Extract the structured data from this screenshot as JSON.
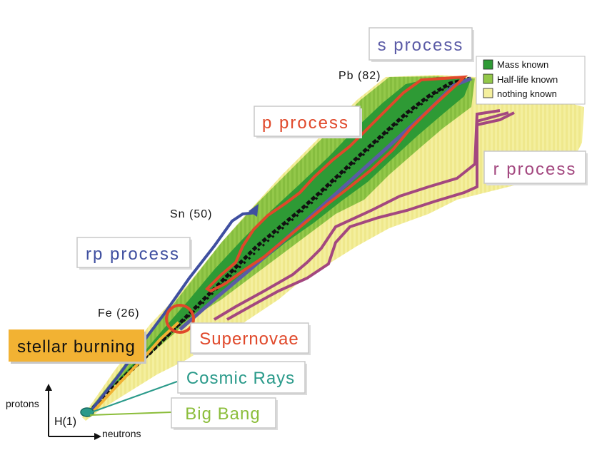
{
  "axes": {
    "y_label": "protons",
    "x_label": "neutrons"
  },
  "elements": {
    "hydrogen": "H(1)",
    "iron": "Fe (26)",
    "tin": "Sn (50)",
    "lead": "Pb (82)"
  },
  "processes": {
    "s": "s process",
    "p": "p process",
    "r": "r process",
    "rp": "rp process",
    "stellar": "stellar burning",
    "supernovae": "Supernovae",
    "cosmic": "Cosmic Rays",
    "bigbang": "Big Bang"
  },
  "legend": {
    "items": [
      {
        "label": "Mass known",
        "color": "#2e9a35"
      },
      {
        "label": "Half-life known",
        "color": "#93c84a"
      },
      {
        "label": "nothing known",
        "color": "#f4ef9e"
      }
    ]
  },
  "colors": {
    "stable": "#111111",
    "mass_known": "#2e9a35",
    "halflife_known": "#93c84a",
    "nothing_known": "#f4ef9e",
    "s_process": "#5b5ba6",
    "p_process": "#e0482a",
    "r_process": "#a3477f",
    "rp_process": "#3f4fa0",
    "stellar": "#f2b233",
    "cosmic": "#2a9a8a",
    "bigbang": "#8bbd3a"
  }
}
